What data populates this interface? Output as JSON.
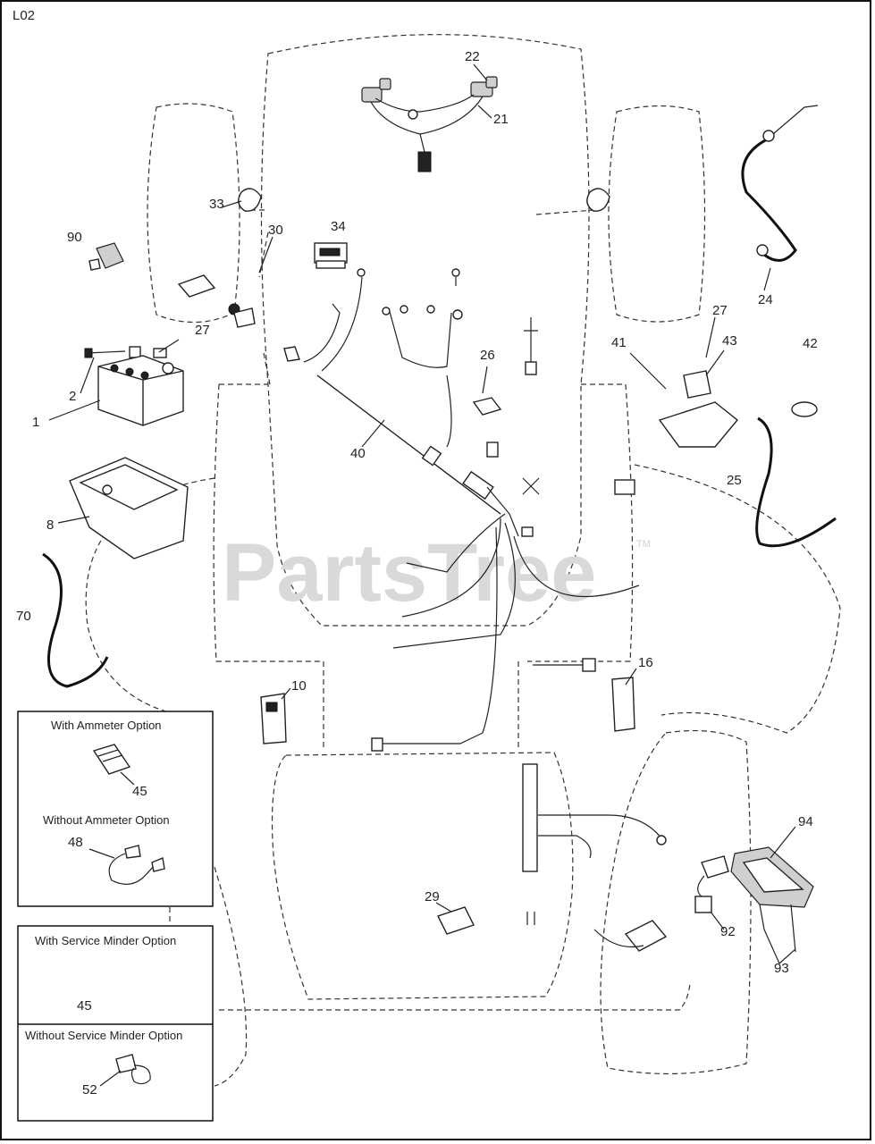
{
  "page_code": "L02",
  "watermark": {
    "text": "PartsTree",
    "mark": "TM"
  },
  "labels": {
    "l22": "22",
    "l21": "21",
    "l33": "33",
    "l90": "90",
    "l30": "30",
    "l34": "34",
    "l27a": "27",
    "l2": "2",
    "l1": "1",
    "l26": "26",
    "l40": "40",
    "l8": "8",
    "l70": "70",
    "l24": "24",
    "l27b": "27",
    "l41": "41",
    "l43": "43",
    "l42": "42",
    "l25": "25",
    "l16": "16",
    "l10": "10",
    "l45a": "45",
    "l48": "48",
    "l29": "29",
    "l94": "94",
    "l92": "92",
    "l93": "93",
    "l45b": "45",
    "l52": "52"
  },
  "option_boxes": {
    "ammeter_with": "With Ammeter Option",
    "ammeter_without": "Without Ammeter Option",
    "service_with": "With Service Minder Option",
    "service_without": "Without Service Minder Option"
  }
}
